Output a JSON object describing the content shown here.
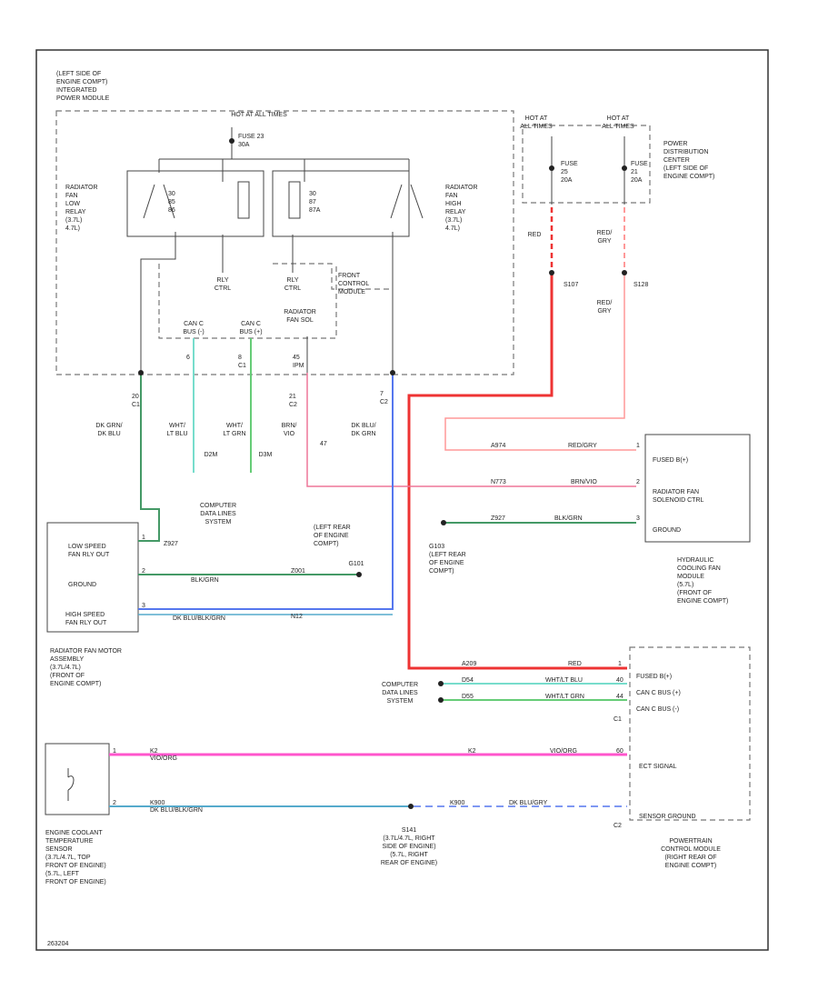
{
  "colors": {
    "red": "#ee3333",
    "pink": "#ff55cc",
    "lightred": "#ff9999",
    "green": "#449966",
    "lightgreen": "#66cc77",
    "cyan": "#77ddcc",
    "blue": "#5577ee",
    "teal": "#55aacc",
    "rose": "#ee7799"
  },
  "labels": {
    "ipm": [
      "(LEFT SIDE OF",
      "ENGINE COMPT)",
      "INTEGRATED",
      "POWER MODULE"
    ],
    "hot_timer": "HOT AT ALL TIMES",
    "fuse23": [
      "FUSE 23",
      "30A"
    ],
    "relay_low": [
      "RADIATOR",
      "FAN",
      "LOW",
      "RELAY",
      "(3.7L)",
      "4.7L)"
    ],
    "relay_high": [
      "RADIATOR",
      "FAN",
      "HIGH",
      "RELAY",
      "(3.7L)",
      "4.7L)"
    ],
    "relay_pins": [
      "30",
      "85",
      "86",
      "30",
      "87",
      "87A",
      "87",
      "87",
      "87A"
    ],
    "rly_ctrl_1": [
      "RLY",
      "CTRL"
    ],
    "rly_ctrl_2": [
      "RLY",
      "CTRL"
    ],
    "fcm": [
      "FRONT",
      "CONTROL",
      "MODULE"
    ],
    "rad_fan_sol": [
      "RADIATOR",
      "FAN SOL"
    ],
    "can_c_1": [
      "CAN C",
      "BUS (-)"
    ],
    "can_c_2": [
      "CAN C",
      "BUS (+)"
    ],
    "pdc_hot_1": [
      "HOT AT",
      "ALL TIMES"
    ],
    "pdc_hot_2": [
      "HOT AT",
      "ALL TIMES"
    ],
    "fuse_a": [
      "FUSE",
      "25",
      "20A"
    ],
    "fuse_b": [
      "FUSE",
      "21",
      "20A"
    ],
    "pdc": [
      "POWER",
      "DISTRIBUTION",
      "CENTER",
      "(LEFT SIDE OF",
      "ENGINE COMPT)"
    ],
    "red_wire": "RED",
    "red_gry_1": [
      "RED/",
      "GRY"
    ],
    "red_gry_2": [
      "RED/",
      "GRY"
    ],
    "s107": "S107",
    "s128": "S128",
    "c1_pins": [
      "20",
      "C1",
      "6",
      "8",
      "C1",
      "45",
      "IPM"
    ],
    "c2_pins": [
      "21",
      "C2",
      "7",
      "C2"
    ],
    "w_dk_grn": [
      "DK GRN/",
      "DK BLU"
    ],
    "w_wht_ltblu": [
      "WHT/",
      "LT BLU"
    ],
    "w_wht_ltgrn": [
      "WHT/",
      "LT GRN"
    ],
    "w_brn_vio": [
      "BRN/",
      "VIO"
    ],
    "w_dk_blu": [
      "DK BLU/",
      "DK GRN"
    ],
    "d_codes": [
      "D2M",
      "D3M"
    ],
    "c_code_47": "47",
    "cdl_1": [
      "COMPUTER",
      "DATA LINES",
      "SYSTEM"
    ],
    "left_rear": [
      "(LEFT REAR",
      "OF ENGINE",
      "COMPT)"
    ],
    "g_mark": "G101",
    "motor_box": [
      "LOW SPEED",
      "FAN RLY OUT",
      "GROUND",
      "HIGH SPEED",
      "FAN RLY OUT"
    ],
    "motor_pins": [
      "1",
      "2",
      "3"
    ],
    "motor_wire_codes": [
      "Z927",
      "Z001",
      "N12"
    ],
    "motor_wire_colors": [
      "BLK/GRN",
      "DK BLU/BLK/GRN"
    ],
    "motor_assy": [
      "RADIATOR FAN MOTOR",
      "ASSEMBLY",
      "(3.7L/4.7L)",
      "(FRONT OF",
      "ENGINE COMPT)"
    ],
    "hyd_box": [
      "FUSED B(+)",
      "RADIATOR FAN",
      "SOLENOID CTRL",
      "GROUND"
    ],
    "hyd_wires": [
      "A974",
      "RED/GRY",
      "1",
      "N773",
      "BRN/VIO",
      "2",
      "Z927",
      "BLK/GRN",
      "3"
    ],
    "g103": [
      "G103",
      "(LEFT REAR",
      "OF ENGINE",
      "COMPT)"
    ],
    "hyd_mod": [
      "HYDRAULIC",
      "COOLING FAN",
      "MODULE",
      "(5.7L)",
      "(FRONT OF",
      "ENGINE COMPT)"
    ],
    "pcm_box": [
      "FUSED B(+)",
      "CAN C BUS (+)",
      "CAN C BUS (-)",
      "ECT SIGNAL",
      "SENSOR GROUND"
    ],
    "pcm_wires": [
      "A209",
      "RED",
      "1",
      "D54",
      "WHT/LT BLU",
      "40",
      "D55",
      "WHT/LT GRN",
      "44",
      "C1"
    ],
    "cdl_2": [
      "COMPUTER",
      "DATA LINES",
      "SYSTEM"
    ],
    "ect_wires": [
      "1",
      "K2",
      "VIO/ORG",
      "K2",
      "VIO/ORG",
      "60",
      "2",
      "K900",
      "DK BLU/BLK/GRN",
      "K900",
      "DK BLU/GRY",
      "C2"
    ],
    "s141": [
      "S141",
      "(3.7L/4.7L, RIGHT",
      "SIDE OF ENGINE)",
      "(5.7L, RIGHT",
      "REAR OF ENGINE)"
    ],
    "ect": [
      "ENGINE COOLANT",
      "TEMPERATURE",
      "SENSOR",
      "(3.7L/4.7L, TOP",
      "FRONT OF ENGINE)",
      "(5.7L, LEFT",
      "FRONT OF ENGINE)"
    ],
    "pcm": [
      "POWERTRAIN",
      "CONTROL MODULE",
      "(RIGHT REAR OF",
      "ENGINE COMPT)"
    ],
    "footer": "263204"
  }
}
